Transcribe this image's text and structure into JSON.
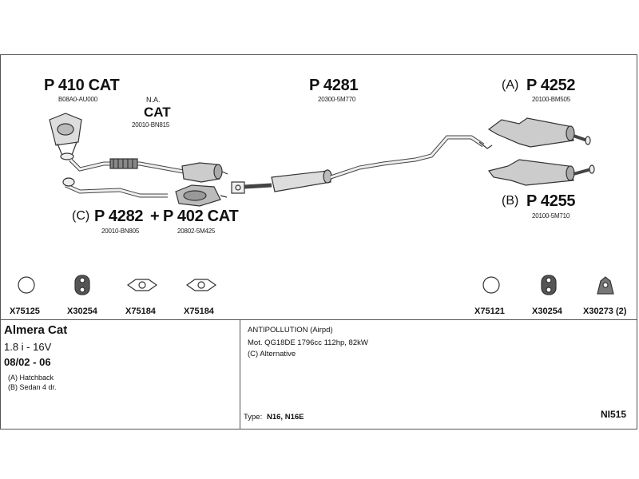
{
  "parts": {
    "p410": {
      "label": "P 410 CAT",
      "code": "B08A0-AU000"
    },
    "na_cat": {
      "line1": "N.A.",
      "line2": "CAT",
      "code": "20010-BN815"
    },
    "p4281": {
      "label": "P 4281",
      "code": "20300-5M770"
    },
    "p4252": {
      "prefix": "(A)",
      "label": "P 4252",
      "code": "20100-BM505"
    },
    "p4255": {
      "prefix": "(B)",
      "label": "P 4255",
      "code": "20100-5M710"
    },
    "p4282": {
      "prefix": "(C)",
      "label": "P 4282",
      "code": "20010-BN805"
    },
    "plus": "+",
    "p402": {
      "label": "P 402 CAT",
      "code": "20802-5M425"
    }
  },
  "fittings": [
    {
      "label": "X75125",
      "icon": "ring-icon"
    },
    {
      "label": "X30254",
      "icon": "rubber-hanger-icon"
    },
    {
      "label": "X75184",
      "icon": "gasket-icon"
    },
    {
      "label": "X75184",
      "icon": "gasket-icon"
    },
    {
      "label": "X75121",
      "icon": "ring-icon"
    },
    {
      "label": "X30254",
      "icon": "rubber-hanger-icon"
    },
    {
      "label": "X30273 (2)",
      "icon": "mount-icon"
    }
  ],
  "vehicle": {
    "model": "Almera Cat",
    "engine": "1.8 i - 16V",
    "years": "08/02 - 06",
    "variant_a": "(A) Hatchback",
    "variant_b": "(B) Sedan 4 dr."
  },
  "notes": {
    "line1": "ANTIPOLLUTION (Airpd)",
    "line2": "Mot. QG18DE 1796cc 112hp, 82kW",
    "line3": "(C) Alternative",
    "type_label": "Type:",
    "type_value": "N16, N16E",
    "ref": "NI515"
  }
}
